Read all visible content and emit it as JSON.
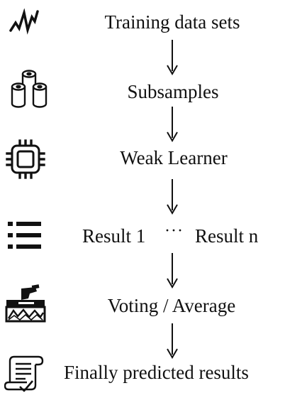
{
  "steps": {
    "training": "Training data sets",
    "subsamples": "Subsamples",
    "weak_learner": "Weak Learner",
    "result_first": "Result 1",
    "result_dots": "···",
    "result_last": "Result n",
    "voting": "Voting / Average",
    "final": "Finally predicted results"
  },
  "icons": {
    "training": "waveform-icon",
    "subsamples": "paper-rolls-icon",
    "weak_learner": "cpu-chip-icon",
    "results": "list-icon",
    "voting": "ballot-box-icon",
    "final": "certificate-scroll-icon"
  },
  "colors": {
    "ink": "#111111",
    "background": "#ffffff"
  }
}
